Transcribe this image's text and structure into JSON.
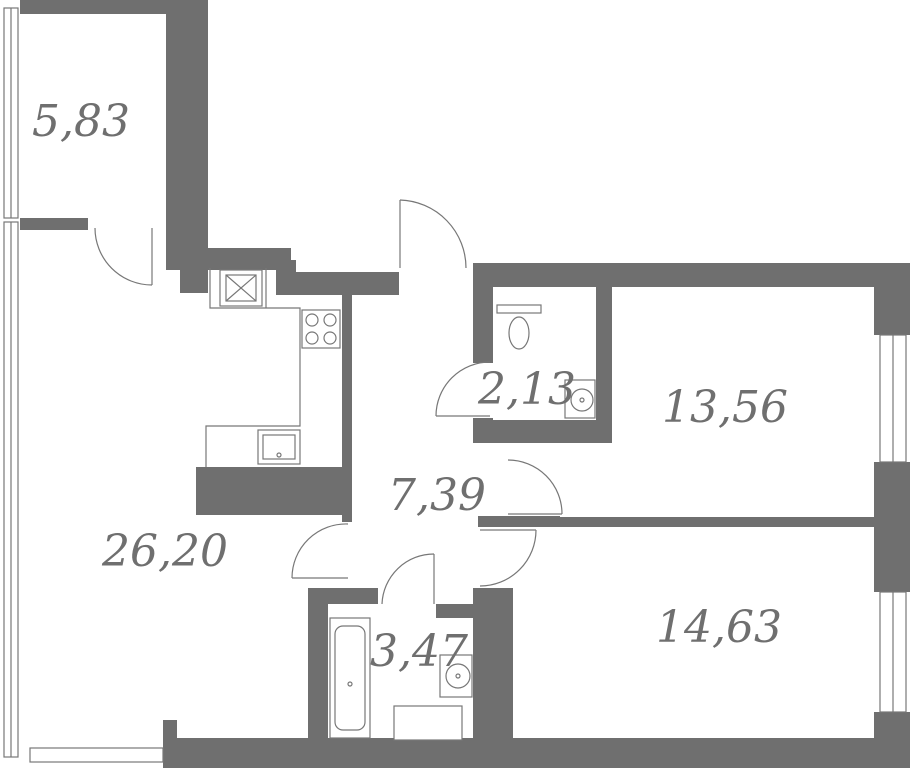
{
  "rooms": [
    {
      "id": "balcony",
      "area": "5,83"
    },
    {
      "id": "living-kitchen",
      "area": "26,20"
    },
    {
      "id": "hall",
      "area": "7,39"
    },
    {
      "id": "wc",
      "area": "2,13"
    },
    {
      "id": "bathroom",
      "area": "3,47"
    },
    {
      "id": "bedroom-1",
      "area": "13,56"
    },
    {
      "id": "bedroom-2",
      "area": "14,63"
    }
  ],
  "colors": {
    "wall": "#6f6f6f",
    "text": "#6f6f6f",
    "background": "#ffffff"
  }
}
